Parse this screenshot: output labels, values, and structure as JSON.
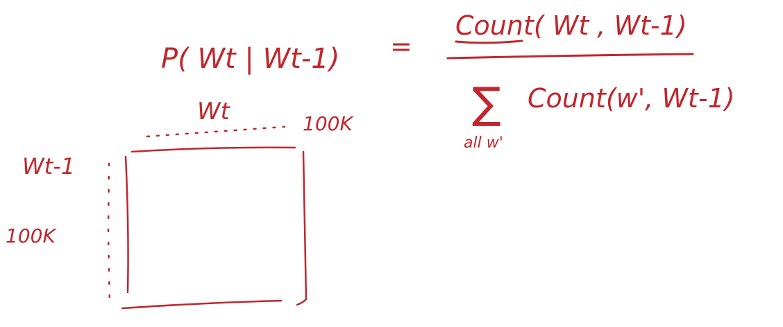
{
  "whiteboard": {
    "ink_color": "#c0272d",
    "formula": {
      "lhs": "P( Wt | Wt-1)",
      "equals": "=",
      "numerator": "Count( Wt , Wt-1)",
      "sum_symbol": "∑",
      "denominator": "Count(w', Wt-1)",
      "sum_subscript": "all w'"
    },
    "matrix": {
      "column_label": "Wt",
      "column_size": "100K",
      "row_label": "Wt-1",
      "row_size": "100K"
    }
  }
}
